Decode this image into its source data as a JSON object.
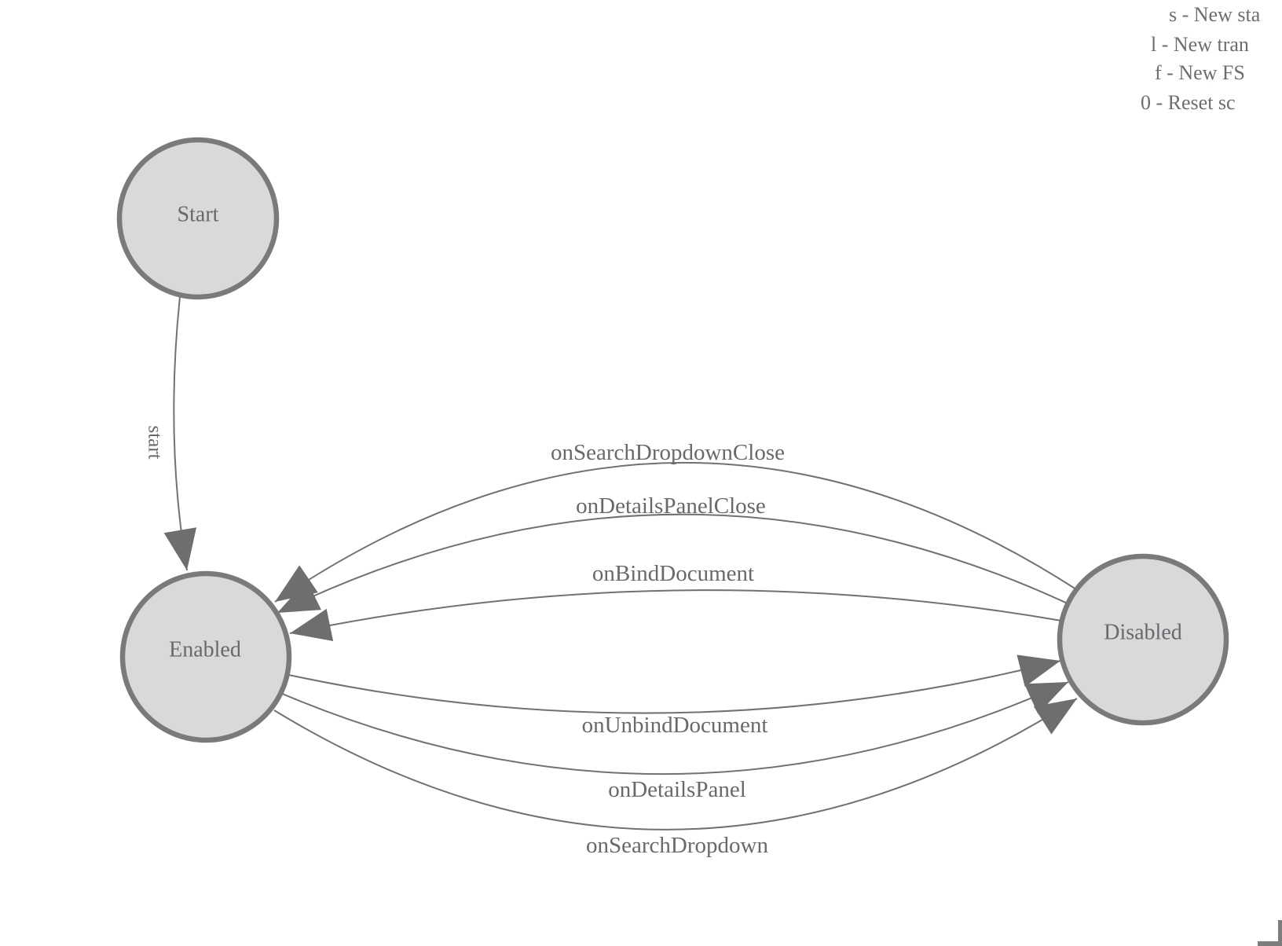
{
  "diagram": {
    "type": "finite-state-machine",
    "states": [
      {
        "label": "Start"
      },
      {
        "label": "Enabled"
      },
      {
        "label": "Disabled"
      }
    ],
    "transitions": [
      {
        "from": "Start",
        "to": "Enabled",
        "label": "start"
      },
      {
        "from": "Disabled",
        "to": "Enabled",
        "label": "onSearchDropdownClose"
      },
      {
        "from": "Disabled",
        "to": "Enabled",
        "label": "onDetailsPanelClose"
      },
      {
        "from": "Disabled",
        "to": "Enabled",
        "label": "onBindDocument"
      },
      {
        "from": "Enabled",
        "to": "Disabled",
        "label": "onUnbindDocument"
      },
      {
        "from": "Enabled",
        "to": "Disabled",
        "label": "onDetailsPanel"
      },
      {
        "from": "Enabled",
        "to": "Disabled",
        "label": "onSearchDropdown"
      }
    ]
  },
  "legend": {
    "lines": [
      {
        "text": "s - New sta"
      },
      {
        "text": "l - New tran"
      },
      {
        "text": "f - New FS"
      },
      {
        "text": "0 - Reset sc"
      }
    ]
  },
  "colors": {
    "background": "#ffffff",
    "state_fill": "#d9d9d9",
    "state_stroke": "#7a7a7a",
    "edge_stroke": "#717171",
    "arrow_fill": "#6e6e6e",
    "label_text": "#67696d",
    "legend_text": "#6a6d71",
    "corner_mark": "#7d7d7d"
  }
}
